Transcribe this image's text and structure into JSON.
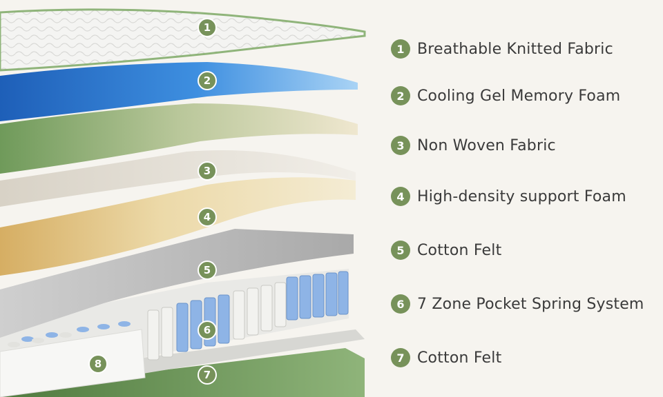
{
  "colors": {
    "background": "#f6f4ef",
    "badge": "#77925a",
    "label_text": "#3a3a3a",
    "gel_blue": "#2f7fd6",
    "foam_cream": "#f0e8cf",
    "felt_gray": "#bdbdbd",
    "spring_blue": "#8eb4e6",
    "base_green": "#6f9a5a"
  },
  "layers": [
    {
      "number": "1",
      "label": "Breathable Knitted Fabric"
    },
    {
      "number": "2",
      "label": "Cooling Gel Memory Foam"
    },
    {
      "number": "3",
      "label": "Non Woven Fabric"
    },
    {
      "number": "4",
      "label": "High-density support Foam"
    },
    {
      "number": "5",
      "label": "Cotton Felt"
    },
    {
      "number": "6",
      "label": "7 Zone Pocket Spring System"
    },
    {
      "number": "7",
      "label": "Cotton Felt"
    }
  ],
  "extra_badge": {
    "number": "8"
  }
}
